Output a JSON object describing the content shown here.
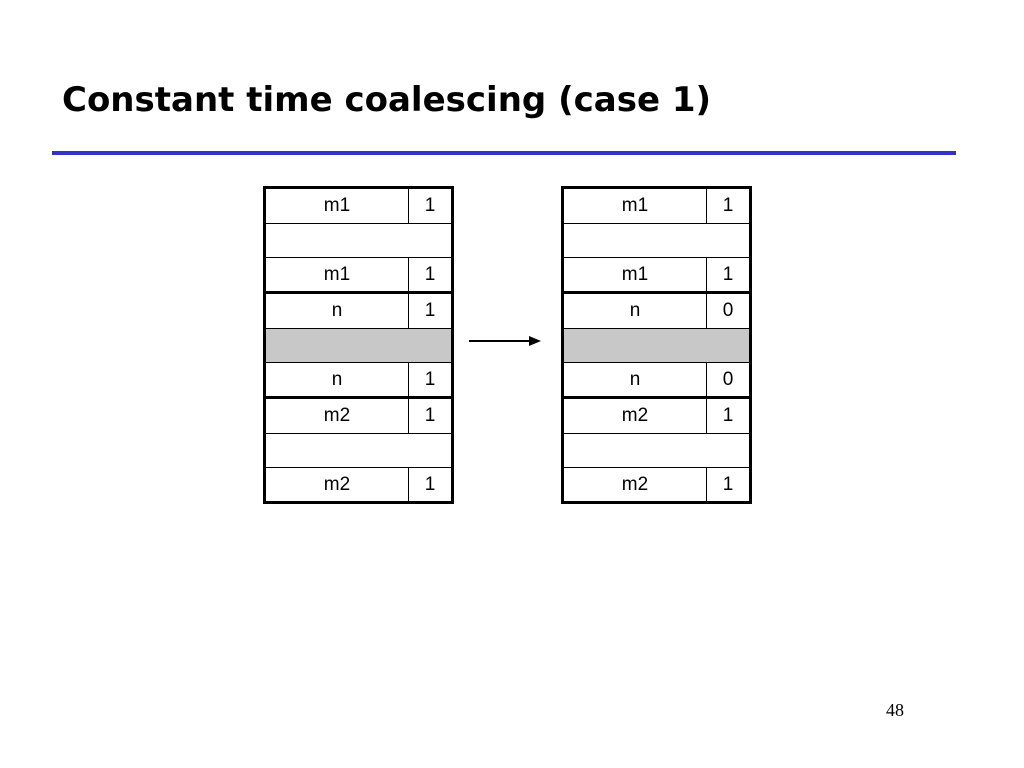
{
  "slide": {
    "title": "Constant time coalescing (case 1)",
    "number": "48",
    "accent_color": "#3333cc"
  },
  "before": {
    "blocks": [
      {
        "header_tag": "m1",
        "header_bit": "1",
        "footer_tag": "m1",
        "footer_bit": "1",
        "shaded": false
      },
      {
        "header_tag": "n",
        "header_bit": "1",
        "footer_tag": "n",
        "footer_bit": "1",
        "shaded": true
      },
      {
        "header_tag": "m2",
        "header_bit": "1",
        "footer_tag": "m2",
        "footer_bit": "1",
        "shaded": false
      }
    ]
  },
  "after": {
    "blocks": [
      {
        "header_tag": "m1",
        "header_bit": "1",
        "footer_tag": "m1",
        "footer_bit": "1",
        "shaded": false
      },
      {
        "header_tag": "n",
        "header_bit": "0",
        "footer_tag": "n",
        "footer_bit": "0",
        "shaded": true
      },
      {
        "header_tag": "m2",
        "header_bit": "1",
        "footer_tag": "m2",
        "footer_bit": "1",
        "shaded": false
      }
    ]
  },
  "arrow_icon": "right-arrow-icon"
}
